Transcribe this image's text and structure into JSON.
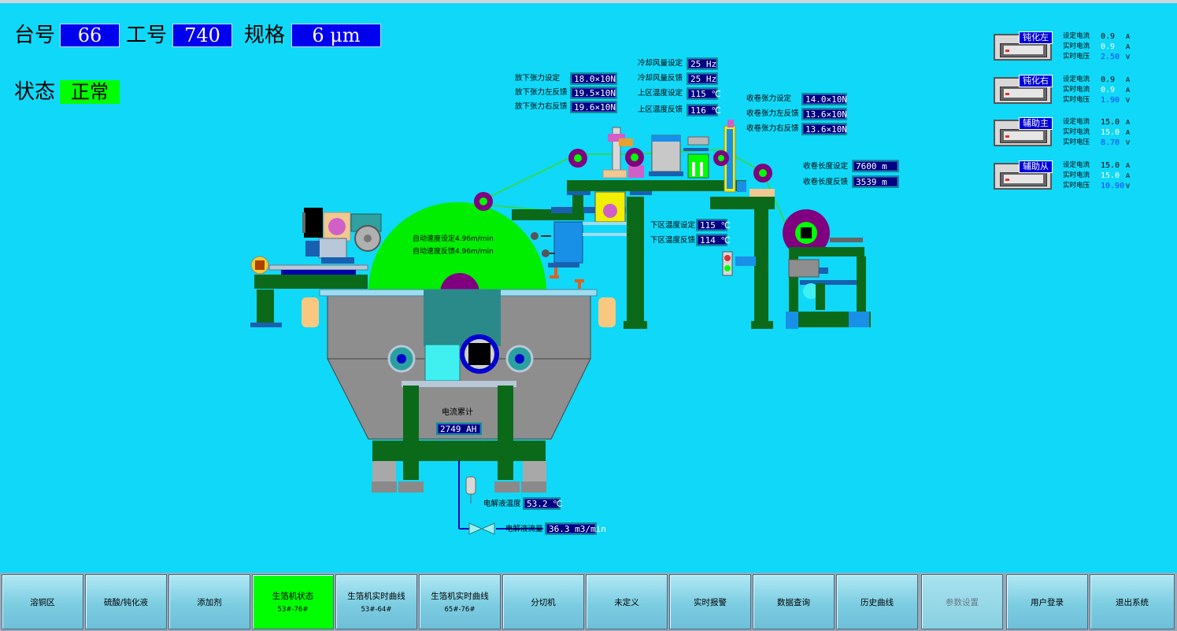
{
  "header": {
    "machine_label": "台号",
    "machine_no": "66",
    "worker_label": "工号",
    "worker_no": "740",
    "spec_label": "规格",
    "spec_value": "6  μm",
    "status_label": "状态",
    "status_value": "正常"
  },
  "unwind": {
    "rows": [
      {
        "label": "放下张力设定",
        "value": "18.0×10N"
      },
      {
        "label": "放下张力左反馈",
        "value": "19.5×10N"
      },
      {
        "label": "放下张力右反馈",
        "value": "19.6×10N"
      }
    ]
  },
  "cooling": {
    "rows": [
      {
        "label": "冷却风量设定",
        "value": "25 Hz"
      },
      {
        "label": "冷却风量反馈",
        "value": "25 Hz"
      },
      {
        "label": "上区温度设定",
        "value": "115 ℃"
      },
      {
        "label": "上区温度反馈",
        "value": "116 ℃"
      }
    ]
  },
  "winding": {
    "rows": [
      {
        "label": "收卷张力设定",
        "value": "14.0×10N"
      },
      {
        "label": "收卷张力左反馈",
        "value": "13.6×10N"
      },
      {
        "label": "收卷张力右反馈",
        "value": "13.6×10N"
      }
    ],
    "length_rows": [
      {
        "label": "收卷长度设定",
        "value": "7600 m"
      },
      {
        "label": "收卷长度反馈",
        "value": "3539 m"
      }
    ]
  },
  "lower_zone": {
    "rows": [
      {
        "label": "下区温度设定",
        "value": "115 ℃"
      },
      {
        "label": "下区温度反馈",
        "value": "114 ℃"
      }
    ]
  },
  "drum": {
    "speed_set": "自动速度设定4.96m/min",
    "speed_feedback": "自动速度反馈4.96m/min"
  },
  "current_total": {
    "label": "电流累计",
    "value": "2749 AH"
  },
  "electrolyte": {
    "temp_label": "电解液温度",
    "temp_value": "53.2 ℃",
    "flow_label": "电解液流量",
    "flow_value": "36.3 m3/min"
  },
  "power_supplies": [
    {
      "title": "钝化左",
      "set_label": "设定电流",
      "set_value": "0.9",
      "real_i_label": "实时电流",
      "real_i_value": "0.9",
      "real_v_label": "实时电压",
      "real_v_value": "2.50",
      "a": "A",
      "v": "V"
    },
    {
      "title": "钝化右",
      "set_label": "设定电流",
      "set_value": "0.9",
      "real_i_label": "实时电流",
      "real_i_value": "0.9",
      "real_v_label": "实时电压",
      "real_v_value": "1.90",
      "a": "A",
      "v": "V"
    },
    {
      "title": "辅助主",
      "set_label": "设定电流",
      "set_value": "15.0",
      "real_i_label": "实时电流",
      "real_i_value": "15.0",
      "real_v_label": "实时电压",
      "real_v_value": "8.70",
      "a": "A",
      "v": "V"
    },
    {
      "title": "辅助从",
      "set_label": "设定电流",
      "set_value": "15.0",
      "real_i_label": "实时电流",
      "real_i_value": "15.0",
      "real_v_label": "实时电压",
      "real_v_value": "10.90",
      "a": "A",
      "v": "V"
    }
  ],
  "nav": [
    {
      "label": "溶铜区",
      "sub": ""
    },
    {
      "label": "硫酸/钝化液",
      "sub": ""
    },
    {
      "label": "添加剂",
      "sub": ""
    },
    {
      "label": "生箔机状态",
      "sub": "53#-76#"
    },
    {
      "label": "生箔机实时曲线",
      "sub": "53#-64#"
    },
    {
      "label": "生箔机实时曲线",
      "sub": "65#-76#"
    },
    {
      "label": "分切机",
      "sub": ""
    },
    {
      "label": "未定义",
      "sub": ""
    },
    {
      "label": "实时报警",
      "sub": ""
    },
    {
      "label": "数据查询",
      "sub": ""
    },
    {
      "label": "历史曲线",
      "sub": ""
    },
    {
      "label": "参数设置",
      "sub": ""
    },
    {
      "label": "用户登录",
      "sub": ""
    },
    {
      "label": "退出系统",
      "sub": ""
    }
  ],
  "colors": {
    "background": "#10d8f8",
    "value_box": "#000080",
    "status_ok": "#00ff00",
    "frame_green": "#0a6a1a",
    "drum_green": "#00ee00"
  }
}
